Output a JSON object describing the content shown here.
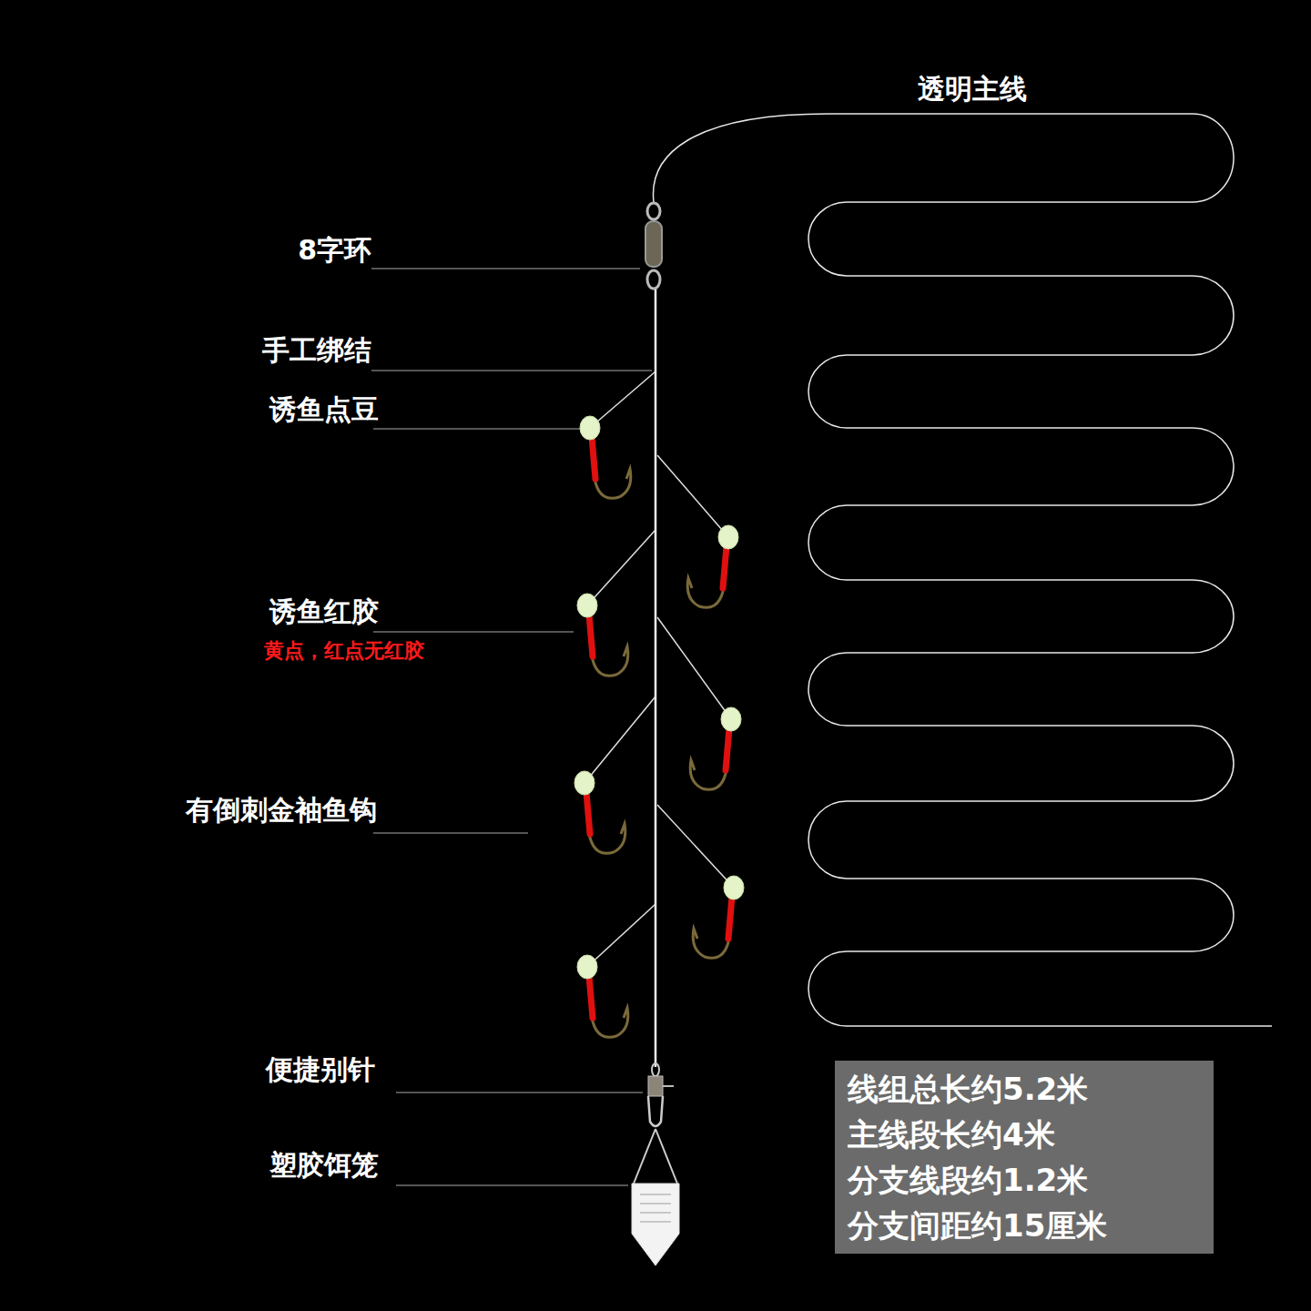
{
  "diagram": {
    "nodes": [
      {
        "text": [
          "线组总长约5.2米",
          "主线段长约4米",
          "分支线段约1.2米",
          "分支间距约15厘米"
        ]
      }
    ],
    "labels": [
      "透明主线",
      "8字环",
      "手工绑结",
      "诱鱼点豆",
      "诱鱼红胶",
      "黄点，红点无红胶",
      "有倒刺金袖鱼钩",
      "便捷别针",
      "塑胶饵笼"
    ]
  }
}
